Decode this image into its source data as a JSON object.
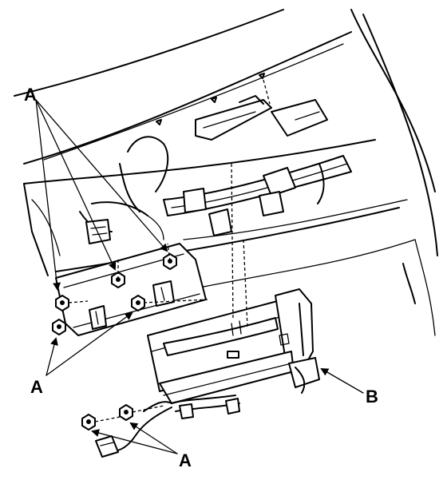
{
  "callouts": {
    "a_top": "A",
    "a_mid": "A",
    "a_bottom": "A",
    "b": "B"
  },
  "colors": {
    "line": "#000000",
    "background": "#ffffff"
  }
}
